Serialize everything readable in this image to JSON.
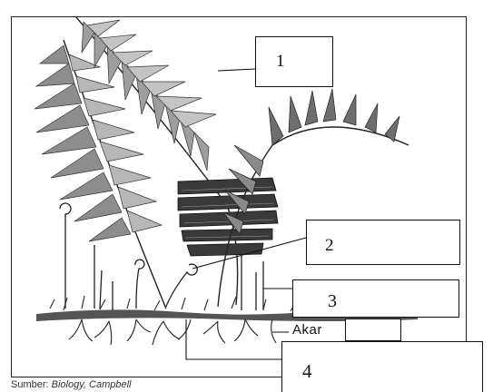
{
  "labels": {
    "l1": "1",
    "l2": "2",
    "l3": "3",
    "l4": "4",
    "akar": "Akar"
  },
  "source": {
    "prefix": "Sumber:",
    "title": "Biology, Campbell"
  },
  "icons": {
    "fern": "fern-plant-illustration"
  },
  "colors": {
    "ink": "#111111",
    "frond_dark": "#3a3a3a",
    "frond_light": "#9a9a9a"
  }
}
